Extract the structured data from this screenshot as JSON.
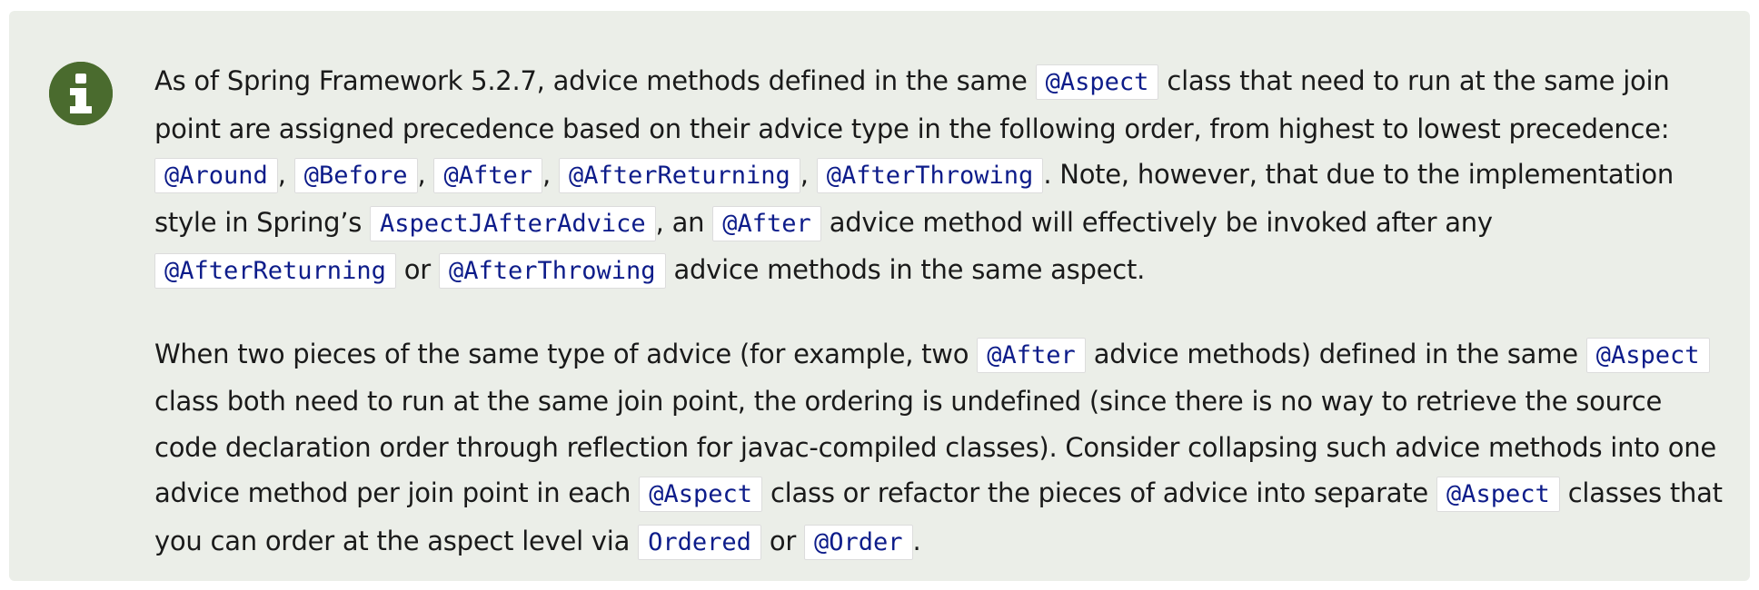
{
  "icon": {
    "name": "info-icon",
    "color": "#4a6b2e",
    "glyph": "i"
  },
  "colors": {
    "background": "#ebeee8",
    "code_text": "#0d1c8a",
    "code_background": "#ffffff"
  },
  "paragraph1": {
    "t1": "As of Spring Framework 5.2.7, advice methods defined in the same ",
    "c1": "@Aspect",
    "t2": " class that need to run at the same join point are assigned precedence based on their advice type in the following order, from highest to lowest precedence: ",
    "c2": "@Around",
    "t3": ", ",
    "c3": "@Before",
    "t4": ", ",
    "c4": "@After",
    "t5": ", ",
    "c5": "@AfterReturning",
    "t6": ", ",
    "c6": "@AfterThrowing",
    "t7": ". Note, however, that due to the implementation style in Spring’s ",
    "c7": "AspectJAfterAdvice",
    "t8": ", an ",
    "c8": "@After",
    "t9": " advice method will effectively be invoked after any ",
    "c9": "@AfterReturning",
    "t10": " or ",
    "c10": "@AfterThrowing",
    "t11": " advice methods in the same aspect."
  },
  "paragraph2": {
    "t1": "When two pieces of the same type of advice (for example, two ",
    "c1": "@After",
    "t2": " advice methods) defined in the same ",
    "c2": "@Aspect",
    "t3": " class both need to run at the same join point, the ordering is undefined (since there is no way to retrieve the source code declaration order through reflection for javac-compiled classes). Consider collapsing such advice methods into one advice method per join point in each ",
    "c3": "@Aspect",
    "t4": " class or refactor the pieces of advice into separate ",
    "c4": "@Aspect",
    "t5": " classes that you can order at the aspect level via ",
    "c5": "Ordered",
    "t6": " or ",
    "c6": "@Order",
    "t7": "."
  }
}
